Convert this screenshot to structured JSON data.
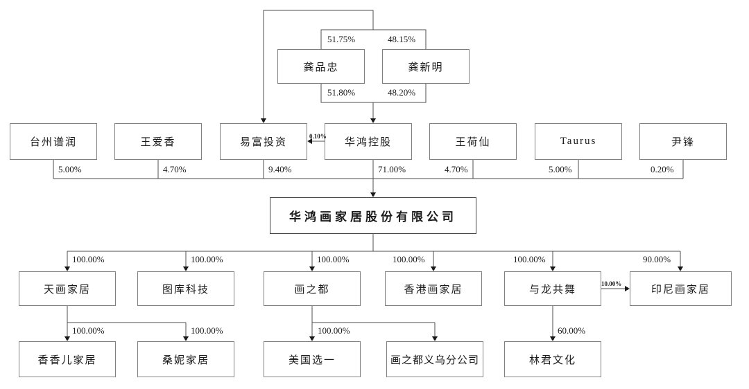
{
  "nodes": {
    "gong_pinzhong": "龚品忠",
    "gong_xinming": "龚新明",
    "taizhou_purun": "台州谱润",
    "wang_aixiang": "王爱香",
    "yifu_investment": "易富投资",
    "huahong_holding": "华鸿控股",
    "wang_hexian": "王荷仙",
    "taurus": "Taurus",
    "yin_feng": "尹锋",
    "main_company": "华鸿画家居股份有限公司",
    "tianhua_home": "天画家居",
    "tuku_tech": "图库科技",
    "hua_zhi_du": "画之都",
    "hk_hua_home": "香港画家居",
    "yu_long_gong_wu": "与龙共舞",
    "indonesia_hua_home": "印尼画家居",
    "xiang_xiang_er_home": "香香儿家居",
    "sang_ni_home": "桑妮家居",
    "mei_guo_xuan_yi": "美国选一",
    "hua_zhi_du_yiwu_branch": "画之都义乌分公司",
    "lin_jun_culture": "林君文化"
  },
  "stakes": {
    "pinzhong_in_yifu": "51.75%",
    "xinming_in_yifu": "48.15%",
    "pinzhong_in_holding": "51.80%",
    "xinming_in_holding": "48.20%",
    "holding_in_yifu": "0.10%",
    "taizhou_in_main": "5.00%",
    "aixiang_in_main": "4.70%",
    "yifu_in_main": "9.40%",
    "holding_in_main": "71.00%",
    "hexian_in_main": "4.70%",
    "taurus_in_main": "5.00%",
    "yinfeng_in_main": "0.20%",
    "main_in_tianhua": "100.00%",
    "main_in_tuku": "100.00%",
    "main_in_huazhidu": "100.00%",
    "main_in_hk": "100.00%",
    "main_in_yulong": "100.00%",
    "main_in_indonesia": "90.00%",
    "yulong_in_indonesia": "10.00%",
    "tianhua_in_xiangxianger": "100.00%",
    "tianhua_in_sangni": "100.00%",
    "huazhidu_in_meiguo": "100.00%",
    "yulong_in_linjun": "60.00%"
  },
  "colors": {
    "line": "#4d4d4d",
    "box_border": "#7f7f7f",
    "main_box_border": "#404040",
    "text": "#1a1a1a",
    "background": "#ffffff"
  }
}
